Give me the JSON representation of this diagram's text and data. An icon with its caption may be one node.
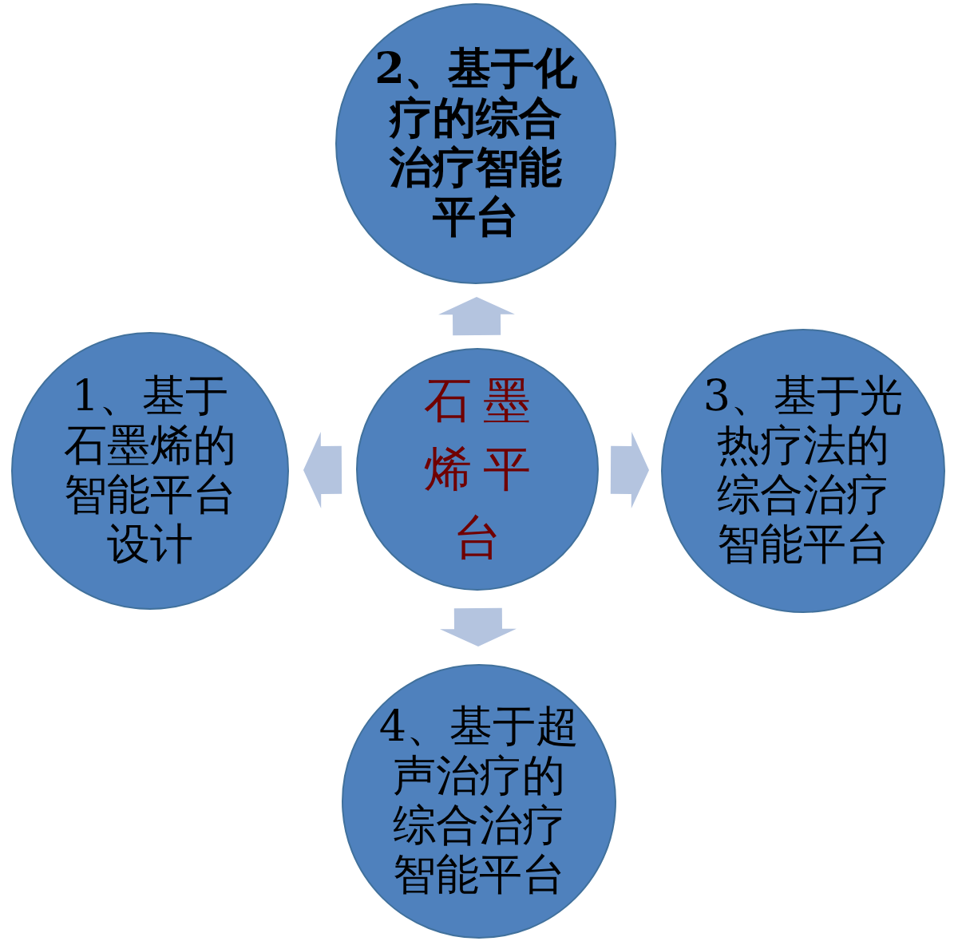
{
  "diagram": {
    "nodes": [
      {
        "text": [
          "2、基于化疗的综合治疗智能平台"
        ]
      },
      {
        "text": [
          "1、基于石墨烯的智能平台设计"
        ]
      },
      {
        "text": [
          "石墨烯平台"
        ]
      },
      {
        "text": [
          "3、基于光热疗法的综合治疗智能平台"
        ]
      },
      {
        "text": [
          "4、基于超声治疗的综合治疗智能平台"
        ]
      }
    ],
    "edges": [
      {
        "from": 2,
        "to": 0,
        "arrow": "to"
      },
      {
        "from": 2,
        "to": 1,
        "arrow": "to"
      },
      {
        "from": 2,
        "to": 3,
        "arrow": "to"
      },
      {
        "from": 2,
        "to": 4,
        "arrow": "to"
      }
    ]
  }
}
